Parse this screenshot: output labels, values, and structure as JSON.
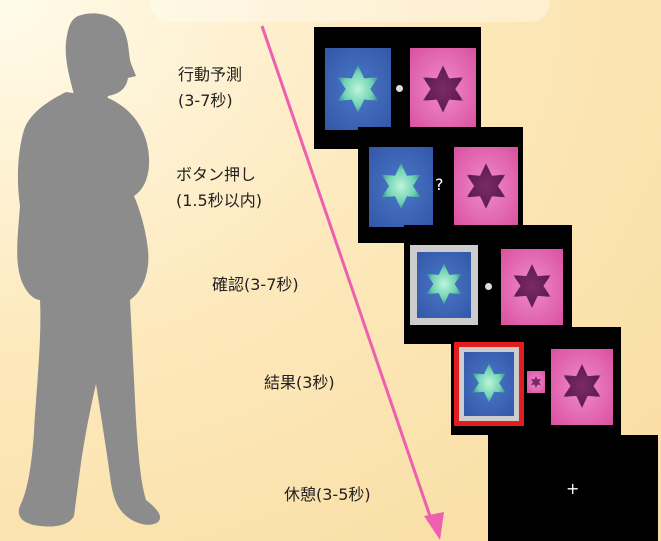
{
  "steps": [
    {
      "line1": "行動予測",
      "line2": "(3-7秒)",
      "symbol": ""
    },
    {
      "line1": "ボタン押し",
      "line2": "(1.5秒以内)",
      "symbol": "?"
    },
    {
      "line1": "確認(3-7秒)",
      "symbol": ""
    },
    {
      "line1": "結果(3秒)",
      "symbol": ""
    },
    {
      "line1": "休憩(3-5秒)",
      "symbol": "+"
    }
  ],
  "colors": {
    "panel": "#000000",
    "blue_stimulus": "#3a5ab4",
    "pink_stimulus": "#d9509f",
    "arrow": "#ee5fb0",
    "highlight_selected": "#cccccc",
    "highlight_result": "#e21d1d",
    "silhouette": "#8c8c8c"
  }
}
